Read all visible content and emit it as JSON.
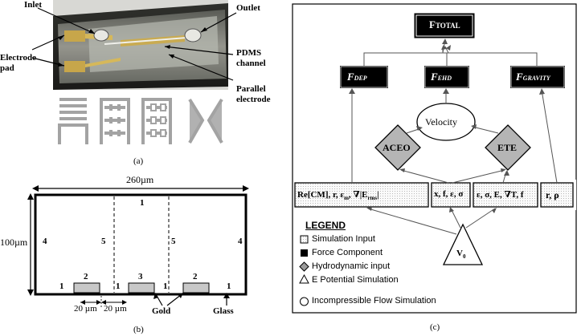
{
  "panel_a": {
    "labels": {
      "inlet": "Inlet",
      "outlet": "Outlet",
      "electrode_pad_line1": "Electrode",
      "electrode_pad_line2": "pad",
      "pdms_line1": "PDMS",
      "pdms_line2": "channel",
      "parallel_line1": "Parallel",
      "parallel_line2": "electrode"
    },
    "caption": "(a)"
  },
  "panel_b": {
    "width_label": "260µm",
    "height_label": "100µm",
    "region_labels": {
      "top": "1",
      "left": "4",
      "right": "4",
      "dash_left": "5",
      "dash_right": "5",
      "bottom_left": "1",
      "bottom_mid_left": "1",
      "bottom_mid_right": "1",
      "bottom_right": "1",
      "electrode_left": "2",
      "electrode_mid": "3",
      "electrode_right": "2"
    },
    "dim_left": "20 µm",
    "dim_right": "20 µm",
    "gold_label": "Gold",
    "glass_label": "Glass",
    "caption": "(b)"
  },
  "panel_c": {
    "total": "FTOTAL",
    "total_main": "F",
    "total_sub": "TOTAL",
    "forces": [
      {
        "main": "F",
        "sub": "DEP"
      },
      {
        "main": "F",
        "sub": "EHD"
      },
      {
        "main": "F",
        "sub": "GRAVITY"
      }
    ],
    "velocity": "Velocity",
    "aceo": "ACEO",
    "ete": "ETE",
    "inputs": {
      "re_cm": "Re[CM], r, ε",
      "re_cm_sub": "m",
      "re_cm_tail": ", ∇|E",
      "re_cm_sub2": "rms",
      "re_cm_end": "|",
      "xfes": "x, f, ε, σ",
      "esetf": "ε, σ, E, ∇T, f",
      "rrho": "r, ρ"
    },
    "source": "V",
    "source_sub": "0",
    "legend": {
      "title": "LEGEND",
      "items": [
        "Simulation Input",
        "Force Component",
        "Hydrodynamic input",
        "E Potential Simulation",
        "Incompressible Flow Simulation"
      ]
    },
    "caption": "(c)"
  }
}
